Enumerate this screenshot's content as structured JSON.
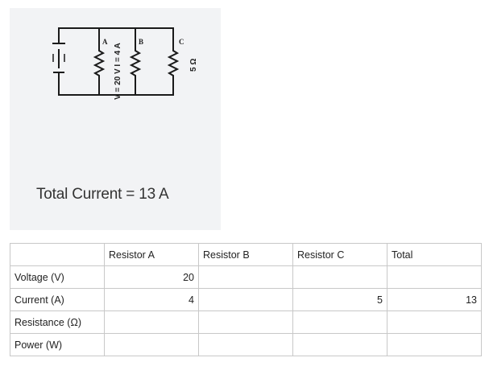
{
  "figure": {
    "labels": {
      "a": "A",
      "b": "B",
      "c": "C",
      "vi": "V = 20 V  I = 4 A",
      "rc": "5 Ω"
    },
    "total_current": "Total Current = 13 A"
  },
  "table": {
    "headers": [
      "",
      "Resistor A",
      "Resistor B",
      "Resistor C",
      "Total"
    ],
    "rows": [
      {
        "label": "Voltage (V)",
        "cells": [
          "20",
          "",
          "",
          ""
        ]
      },
      {
        "label": "Current (A)",
        "cells": [
          "4",
          "",
          "5",
          "13"
        ]
      },
      {
        "label": "Resistance (Ω)",
        "cells": [
          "",
          "",
          "",
          ""
        ]
      },
      {
        "label": "Power (W)",
        "cells": [
          "",
          "",
          "",
          ""
        ]
      }
    ]
  }
}
